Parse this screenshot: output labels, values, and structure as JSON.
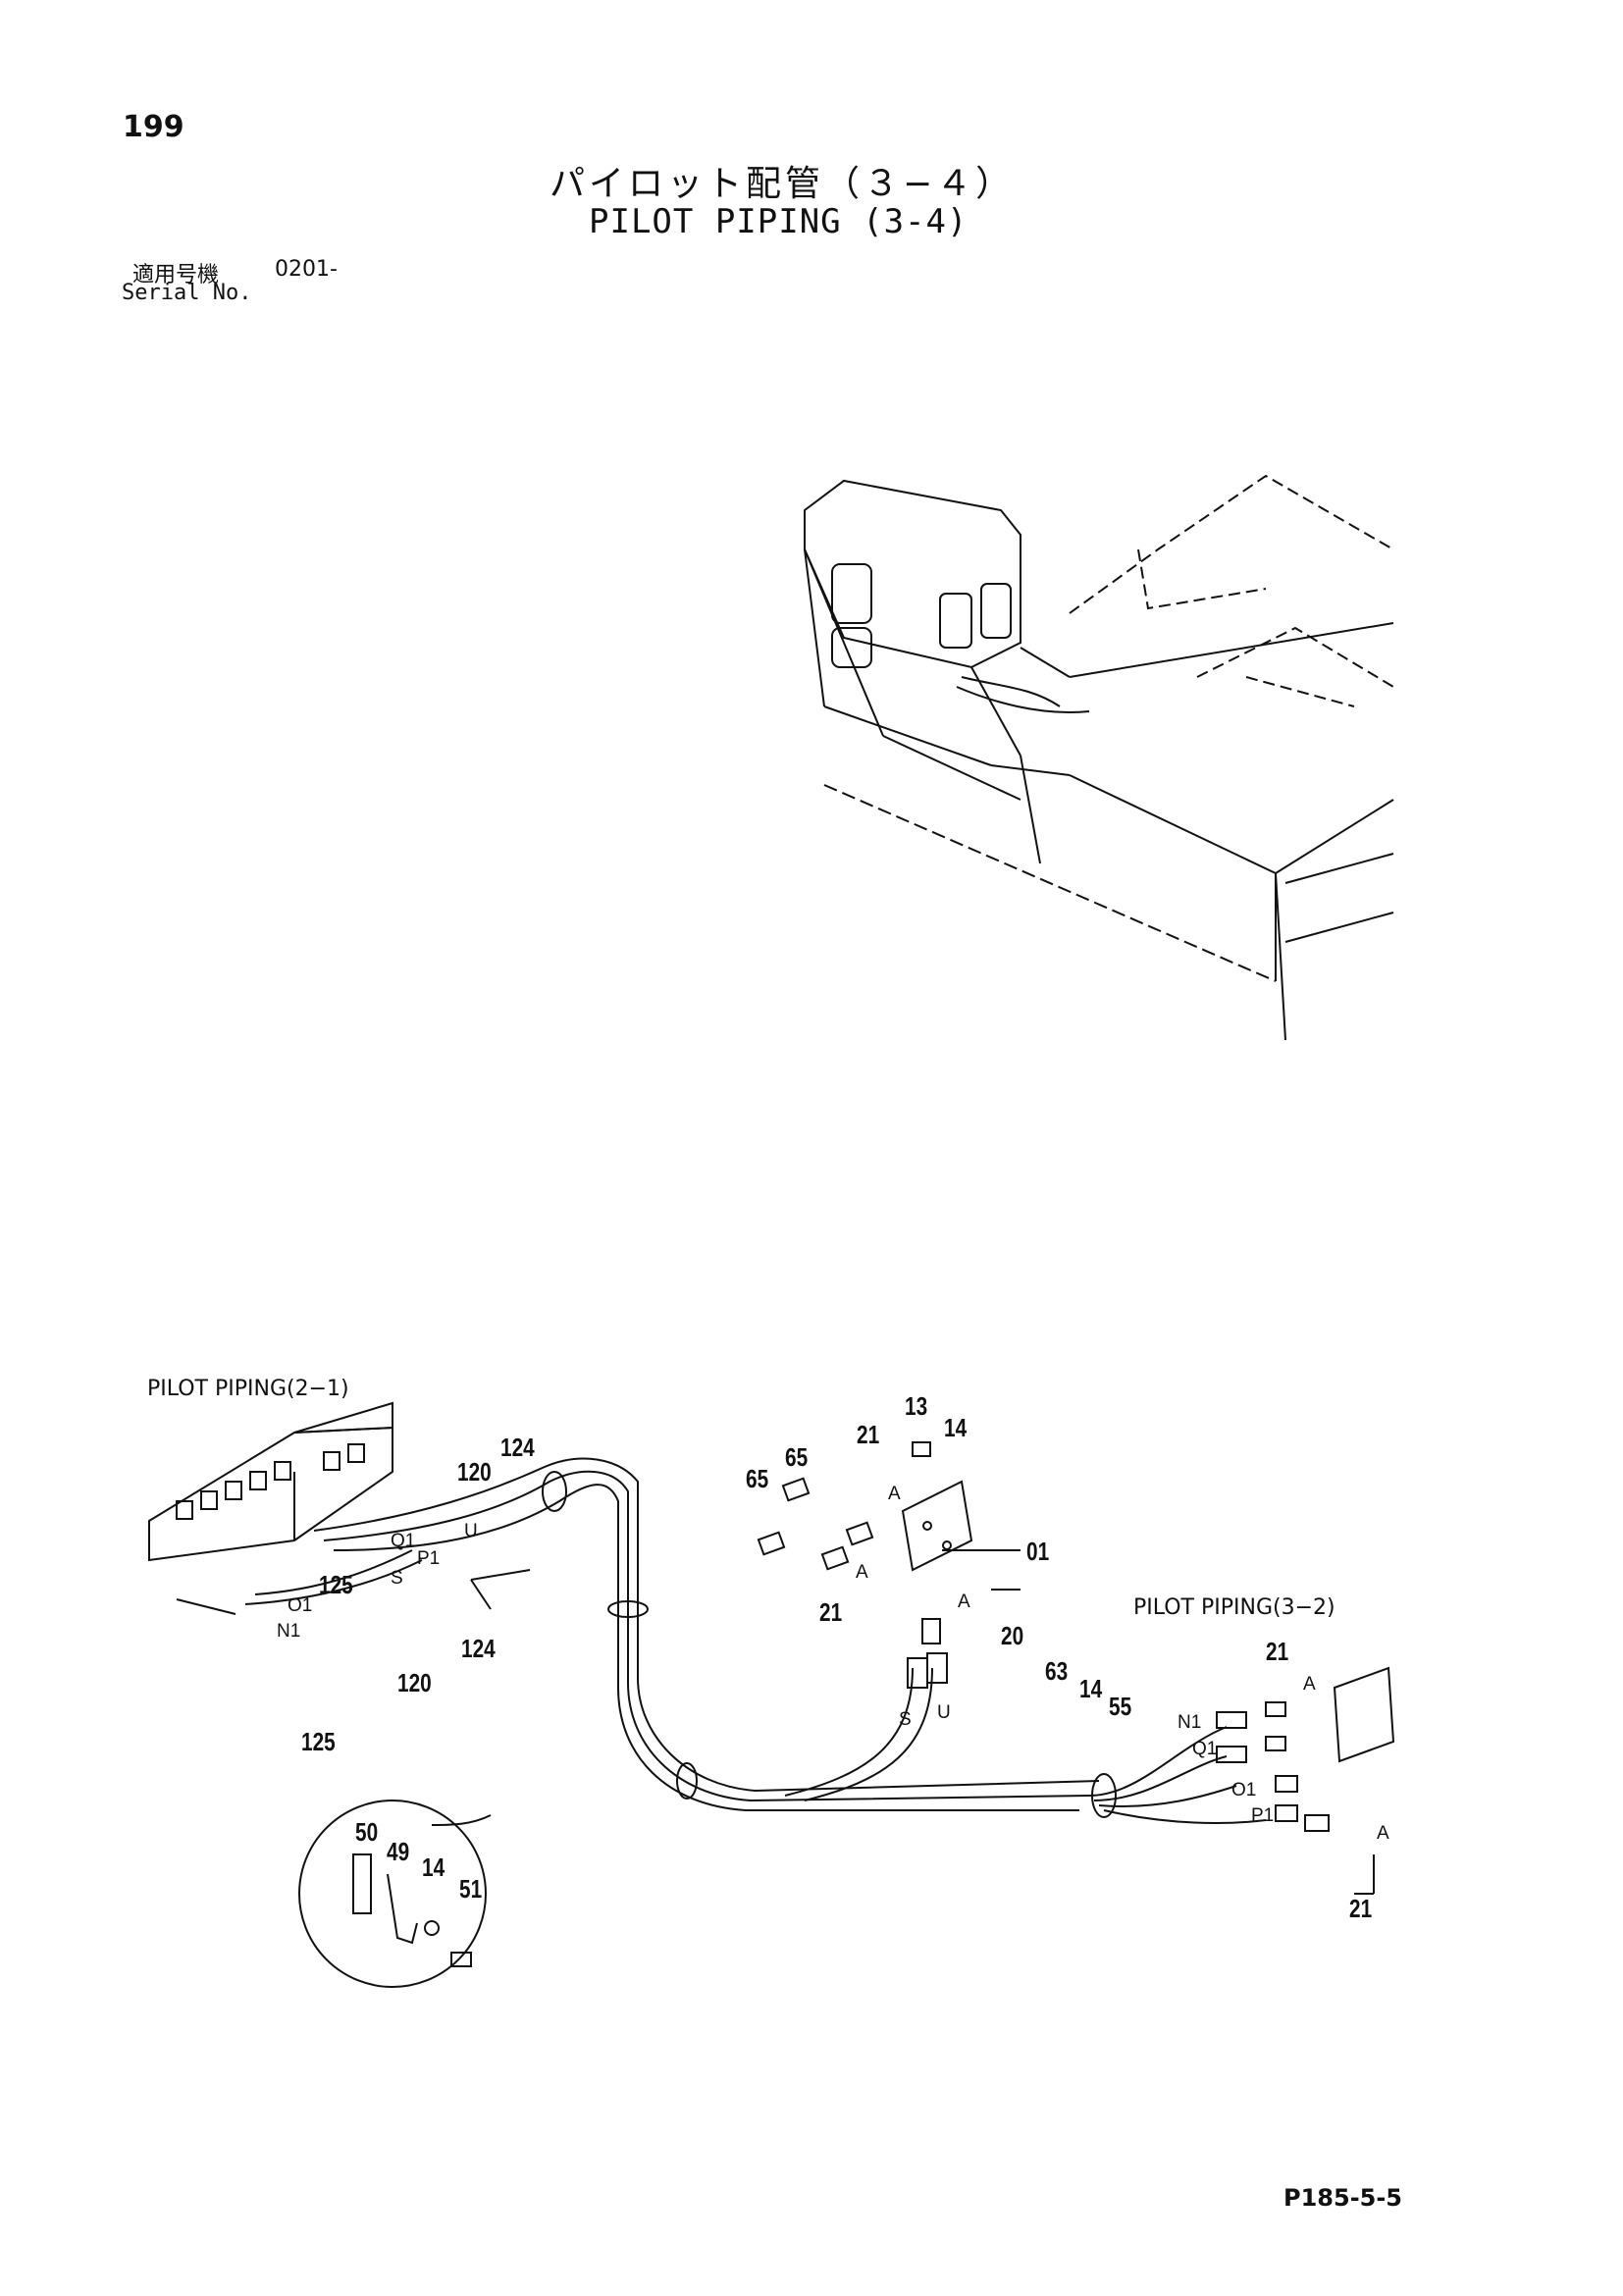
{
  "page_number": "199",
  "title": {
    "jp": "パイロット配管（３−４）",
    "en": "PILOT PIPING (3-4)"
  },
  "serial": {
    "jp_label": "適用号機",
    "number": "0201-",
    "en_label": "Serial No."
  },
  "references": {
    "pilot_2_1": "PILOT PIPING(2−1)",
    "pilot_3_2": "PILOT PIPING(3−2)"
  },
  "part_numbers": {
    "p120a": "120",
    "p124a": "124",
    "p125a": "125",
    "p124b": "124",
    "p120b": "120",
    "p125b": "125",
    "p13": "13",
    "p14a": "14",
    "p21a": "21",
    "p65a": "65",
    "p65b": "65",
    "p01": "01",
    "p21b": "21",
    "p20": "20",
    "p63": "63",
    "p14b": "14",
    "p55": "55",
    "p21c": "21",
    "p21d": "21",
    "p50": "50",
    "p49": "49",
    "p14c": "14",
    "p51": "51"
  },
  "port_labels": {
    "u1": "U",
    "q1a": "Q1",
    "p1a": "P1",
    "s1": "S",
    "o1a": "O1",
    "n1a": "N1",
    "a1": "A",
    "a2": "A",
    "a3": "A",
    "s2": "S",
    "u2": "U",
    "n1b": "N1",
    "q1b": "Q1",
    "o1b": "O1",
    "p1b": "P1",
    "a4": "A",
    "a5": "A"
  },
  "footer_code": "P185-5-5"
}
